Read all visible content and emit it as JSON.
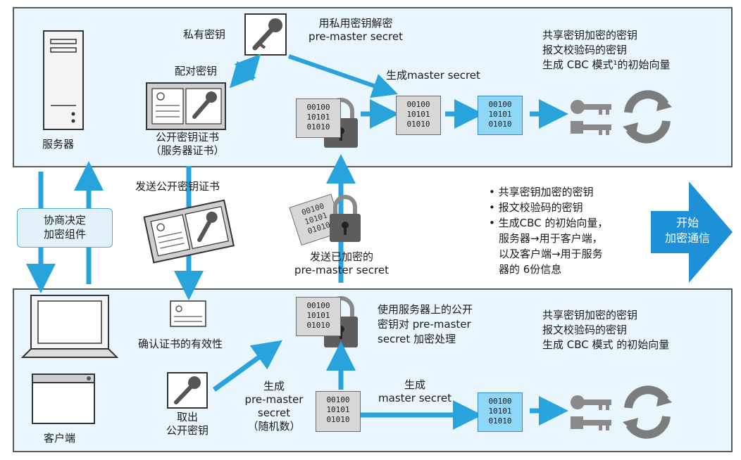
{
  "server": {
    "label": "服务器",
    "private_key_label": "私有密钥",
    "decrypt_label_line1": "用私用密钥解密",
    "decrypt_label_line2": "pre-master secret",
    "pair_label": "配对密钥",
    "cert_label_line1": "公开密钥证书",
    "cert_label_line2": "（服务器证书）",
    "generate_label": "生成master secret",
    "keys_line1": "共享密钥加密的密钥",
    "keys_line2": "报文校验码的密钥",
    "keys_line3": "生成 CBC 模式¹的初始向量"
  },
  "middle": {
    "negotiate_line1": "协商决定",
    "negotiate_line2": "加密组件",
    "send_cert_label": "发送公开密钥证书",
    "send_encrypted_line1": "发送已加密的",
    "send_encrypted_line2": "pre-master secret",
    "bullets": [
      "• 共享密钥加密的密钥",
      "• 报文校验码的密钥",
      "• 生成CBC 的初始向量，",
      "  服务器→用于客户端，",
      "  以及客户端→用于服务",
      "  器的 6份信息"
    ],
    "start_line1": "开始",
    "start_line2": "加密通信"
  },
  "client": {
    "label": "客户端",
    "verify_label": "确认证书的有效性",
    "take_key_line1": "取出",
    "take_key_line2": "公开密钥",
    "gen_pms_line1": "生成",
    "gen_pms_line2": "pre-master",
    "gen_pms_line3": "secret",
    "gen_pms_line4": "（随机数）",
    "encrypt_line1": "使用服务器上的公开",
    "encrypt_line2": "密钥对 pre-master",
    "encrypt_line3": "secret 加密处理",
    "gen_ms_line1": "生成",
    "gen_ms_line2": "master secret",
    "keys_line1": "共享密钥加密的密钥",
    "keys_line2": "报文校验码的密钥",
    "keys_line3": "生成 CBC 模式 的初始向量"
  },
  "binary": {
    "row1": "00100",
    "row2": "10101",
    "row3": "01010"
  },
  "colors": {
    "arrow": "#29a3dc",
    "panel_bg": "#eaf6fd",
    "blue_box": "#8fd6f7",
    "gray_box": "#d7d7d7",
    "lock": "#8a8a8a",
    "start_arrow": "#1e90d8"
  }
}
